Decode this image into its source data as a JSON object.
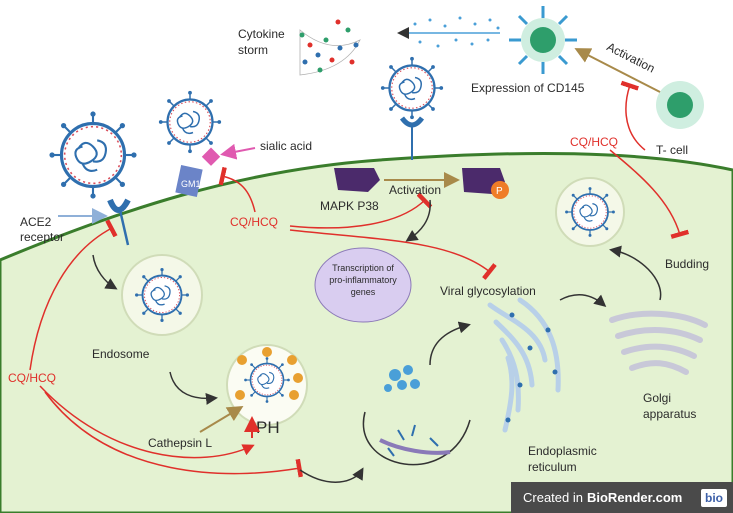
{
  "labels": {
    "cytokine_storm_1": "Cytokine",
    "cytokine_storm_2": "storm",
    "expression_cd145": "Expression of CD145",
    "activation_top": "Activation",
    "t_cell": "T- cell",
    "cq_hcq": "CQ/HCQ",
    "sialic_acid": "sialic acid",
    "gm1": "GM1",
    "ace2_1": "ACE2",
    "ace2_2": "receptor",
    "mapk": "MAPK P38",
    "activation_mid": "Activation",
    "p_badge": "P",
    "transcription_1": "Transcription of",
    "transcription_2": "pro-inflammatory",
    "transcription_3": "genes",
    "viral_glyco": "Viral glycosylation",
    "budding": "Budding",
    "endosome": "Endosome",
    "golgi_1": "Golgi",
    "golgi_2": "apparatus",
    "cathepsin": "Cathepsin L",
    "ph": "PH",
    "er_1": "Endoplasmic",
    "er_2": "reticulum"
  },
  "footer": {
    "created_in": "Created in",
    "brand": "BioRender.com",
    "badge": "bio"
  },
  "colors": {
    "cell_fill": "#e4f2d2",
    "cell_edge": "#3a7d2c",
    "inhibit_red": "#e0302b",
    "virus_blue": "#2f6fae",
    "spike_red": "#d94f5c",
    "mapk_purple": "#4b2a6b",
    "p_orange": "#ef7d28",
    "tcell_green": "#2e9e6b",
    "activation_brown": "#a88a4a"
  },
  "icons": [
    "virus-icon",
    "t-cell-icon",
    "receptor-icon",
    "golgi-icon",
    "er-icon",
    "endosome-icon"
  ]
}
